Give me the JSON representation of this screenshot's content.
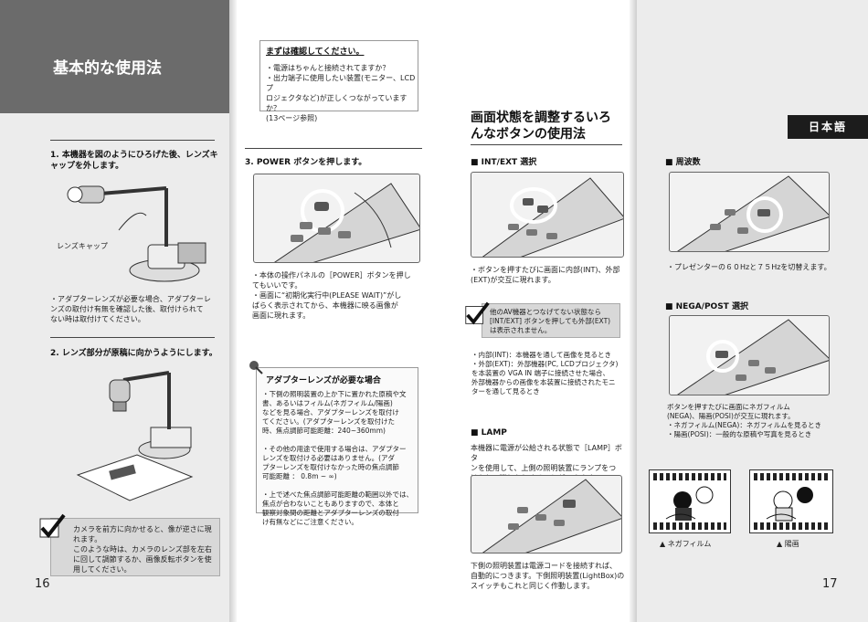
{
  "left_page": {
    "title": "基本的な使用法",
    "step1": "1. 本機器を図のようにひろげた後、レンズキ\nャップを外します。",
    "lens_cap_label": "レンズキャップ",
    "adapter_note": "・アダプターレンズが必要な場合、アダプターレ\nンズの取付け有無を確認した後、取付けられて\nない時は取付けてください。",
    "step2": "2. レンズ部分が原稿に向かうようにします。",
    "tip": "カメラを前方に向かせると、像が逆さに現\nれます。\nこのような時は、カメラのレンズ部を左右\nに回して調節するか、画像反転ボタンを使\n用してください。",
    "page_number": "16"
  },
  "middle_left": {
    "check_title": "まずは確認してください。",
    "check_items": "・電源はちゃんと接続されてますか？\n・出力端子に使用したい装置(モニター、LCDプ\n  ロジェクタなど)が正しくつながっていますか？\n  (13ページ参照)",
    "step3": "3. POWER ボタンを押します。",
    "power_desc": "・本体の操作パネルの［POWER］ボタンを押し\n  てもいいです。\n・画面に“初期化実行中(PLEASE WAIT)”がし\n  ばらく表示されてから、本機器に映る画像が\n  画面に現れます。",
    "adapter_title": "アダプターレンズが必要な場合",
    "adapter_items": "・下側の照明装置の上か下に置かれた原稿や文\n  書、あるいはフィルム(ネガフィルム/陽画)\n  などを見る場合、アダプターレンズを取付け\n  てください。(アダプターレンズを取付けた\n  時、焦点調節可能距離：240~360mm)\n\n・その他の用途で使用する場合は、アダプター\n  レンズを取付ける必要はありません。(アダ\n  プターレンズを取付けなかった時の焦点調節\n  可能距離 ： 0.8m ~ ∞)\n\n・上で述べた焦点調節可能距離の範囲以外では、\n  焦点が合わないこともありますので、本体と\n  観察対象間の距離とアダプターレンズの取付\n  け有無などにご注意ください。"
  },
  "middle_right": {
    "heading": "画面状態を調整するいろ\nんなボタンの使用法",
    "int_ext_title": "■ INT/EXT 選択",
    "int_ext_desc": "・ボタンを押すたびに画面に内部(INT)、外部\n  (EXT)が交互に現れます。",
    "int_ext_note": "他のAV機器とつなげてない状態なら\n[INT/EXT] ボタンを押しても外部(EXT)\nは表示されません。",
    "int_ext_items": "・内部(INT)：本機器を通して画像を見るとき\n・外部(EXT)：外部機器(PC, LCDプロジェクタ)\n  を本装置の VGA IN 端子に接続させた場合、\n  外部機器からの画像を本装置に接続されたモニ\n  ターを通して見るとき",
    "lamp_title": "■ LAMP",
    "lamp_desc": "本機器に電源が公給される状態で［LAMP］ボタ\nンを使用して、上側の照明装置にランプをつ\nけたり、消したりすることができます。",
    "lamp_note": "下側の照明装置は電源コードを接続すれば、\n自動的につきます。下側照明装置(LightBox)の\nスイッチもこれと同じく作動します。"
  },
  "right_page": {
    "lang_tab": "日本語",
    "freq_title": "■ 周波数",
    "freq_desc": "・プレゼンターの６０Hzと７５Hzを切替えます。",
    "nega_title": "■ NEGA/POST 選択",
    "nega_desc": "ボタンを押すたびに画面にネガフィルム\n(NEGA)、陽画(POSI)が交互に現れます。\n・ネガフィルム(NEGA)：ネガフィルムを見るとき\n・陽画(POSI)：一般的な原稿や写真を見るとき",
    "caption_negative": "▲ ネガフィルム",
    "caption_positive": "▲ 陽画",
    "page_number": "17"
  },
  "colors": {
    "title_bg": "#6b6b6b",
    "side_bg": "#ececec",
    "tab_bg": "#1c1c1c",
    "note_bg": "#d8d8d8"
  },
  "icons": [
    "checkmark-icon",
    "pushpin-icon",
    "remote-control-icon",
    "presenter-illustration-icon"
  ]
}
